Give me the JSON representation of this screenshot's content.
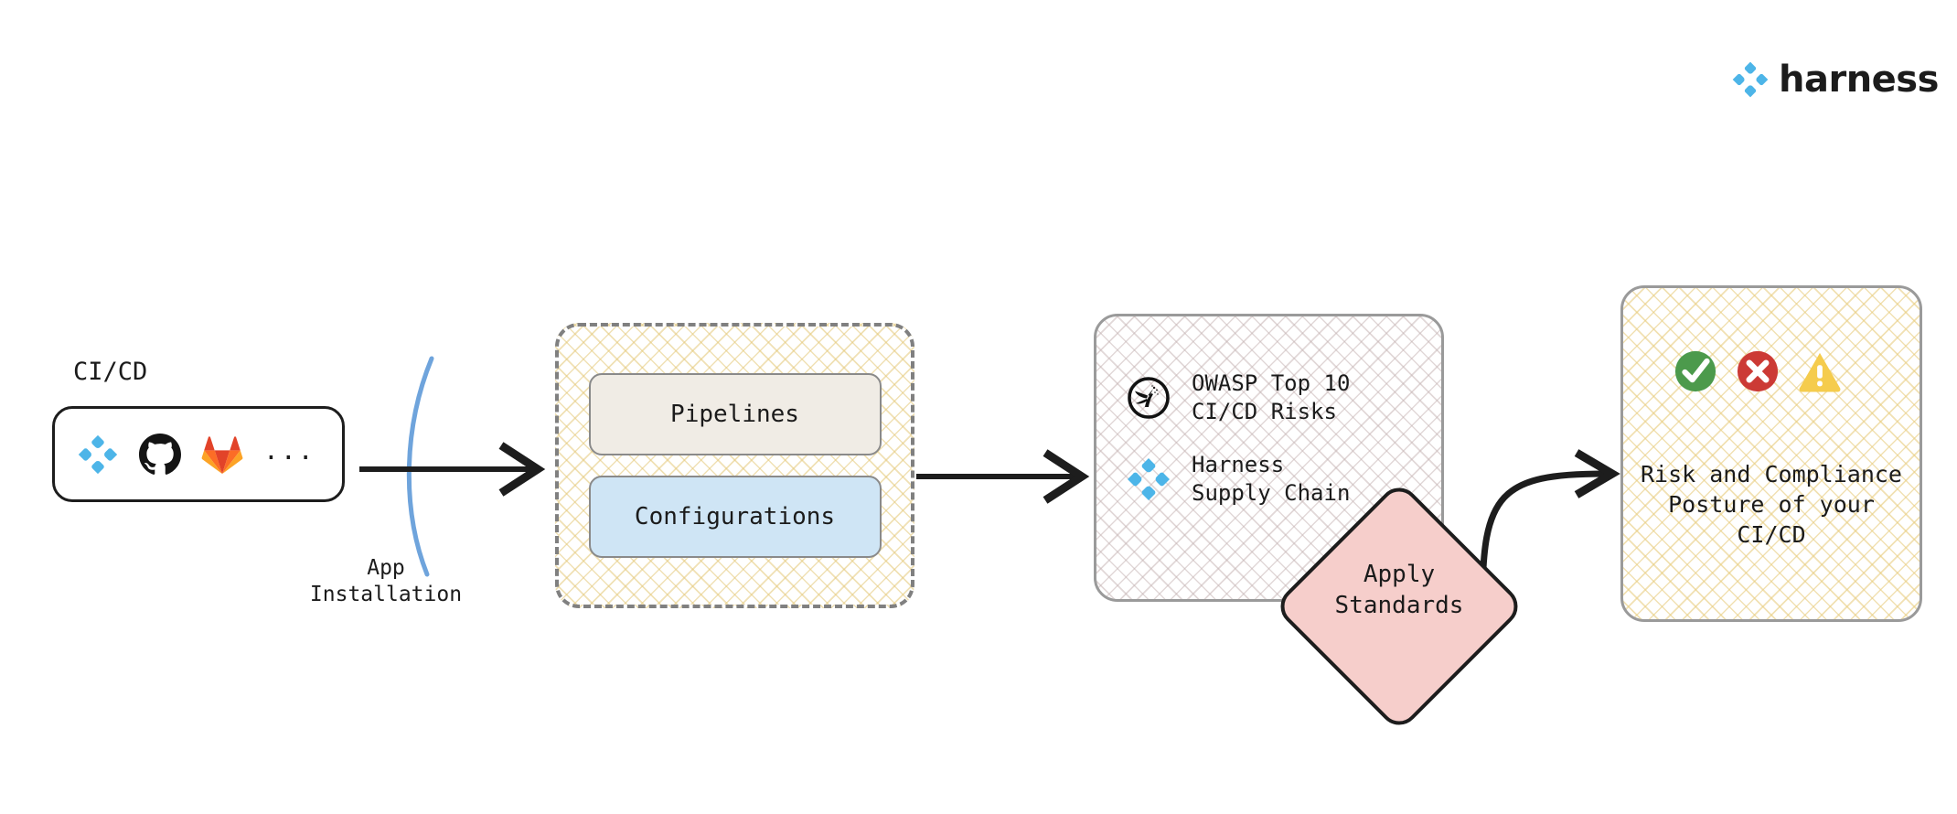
{
  "brand": {
    "name": "harness",
    "logo_icon": "harness-diamond-icon",
    "accent_color": "#4DB5E8",
    "text_color": "#1c1c1c"
  },
  "source": {
    "title": "CI/CD",
    "tools": [
      {
        "icon": "harness-icon",
        "name": "Harness"
      },
      {
        "icon": "github-icon",
        "name": "GitHub"
      },
      {
        "icon": "gitlab-icon",
        "name": "GitLab"
      }
    ],
    "more_label": "..."
  },
  "edges": {
    "app_installation_label": "App\nInstallation",
    "boundary_curve_color": "#6FA4DC",
    "arrow_color": "#1d1d1d"
  },
  "scan": {
    "cards": [
      {
        "label": "Pipelines",
        "color": "#f0ece5"
      },
      {
        "label": "Configurations",
        "color": "#cfe5f5"
      }
    ],
    "border_style": "dashed",
    "border_color": "#808080",
    "hatch_color": "#E4C878"
  },
  "standards": {
    "items": [
      {
        "icon": "owasp-icon",
        "label": "OWASP Top 10\nCI/CD Risks"
      },
      {
        "icon": "harness-icon",
        "label": "Harness\nSupply Chain"
      }
    ],
    "hatch_color": "#C4B2B2",
    "border_color": "#9a9a9a"
  },
  "apply": {
    "label": "Apply\nStandards",
    "fill_color": "#f6cecb",
    "border_color": "#1d1d1d"
  },
  "outcome": {
    "status_icons": [
      {
        "icon": "check-circle-icon",
        "name": "pass",
        "color": "#4C9A4C"
      },
      {
        "icon": "x-circle-icon",
        "name": "fail",
        "color": "#CC3A35"
      },
      {
        "icon": "warning-triangle-icon",
        "name": "warning",
        "color": "#F5CC4D"
      }
    ],
    "text": "Risk and Compliance\nPosture of your\nCI/CD",
    "hatch_color": "#E8CD80",
    "border_color": "#9a9a9a"
  }
}
